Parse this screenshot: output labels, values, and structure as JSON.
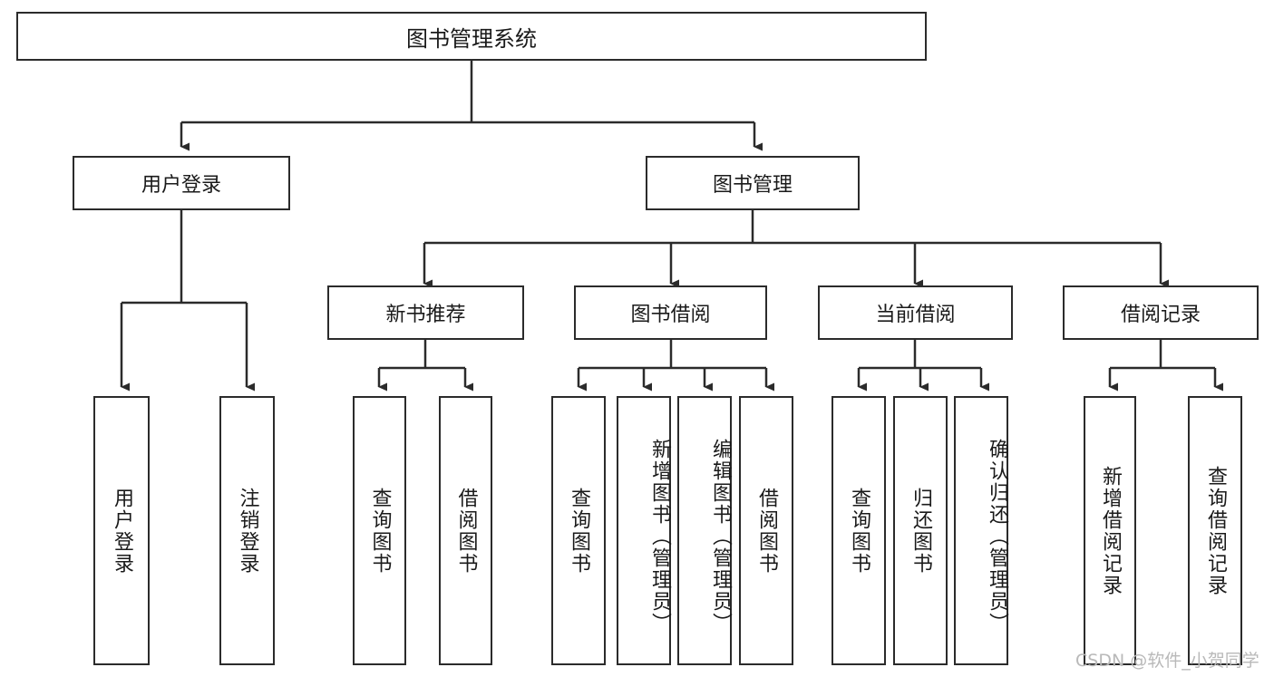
{
  "diagram": {
    "type": "hierarchy-tree",
    "title": "图书管理系统",
    "root": {
      "label": "图书管理系统"
    },
    "level2": [
      {
        "label": "用户登录"
      },
      {
        "label": "图书管理"
      }
    ],
    "level3": [
      {
        "label": "新书推荐"
      },
      {
        "label": "图书借阅"
      },
      {
        "label": "当前借阅"
      },
      {
        "label": "借阅记录"
      }
    ],
    "leaves": {
      "user_login": [
        {
          "label": "用户登录"
        },
        {
          "label": "注销登录"
        }
      ],
      "new_book_recommend": [
        {
          "label": "查询图书"
        },
        {
          "label": "借阅图书"
        }
      ],
      "book_borrow": [
        {
          "label": "查询图书"
        },
        {
          "label": "新增图书（管理员）"
        },
        {
          "label": "编辑图书（管理员）"
        },
        {
          "label": "借阅图书"
        }
      ],
      "current_borrow": [
        {
          "label": "查询图书"
        },
        {
          "label": "归还图书"
        },
        {
          "label": "确认归还（管理员）"
        }
      ],
      "borrow_record": [
        {
          "label": "新增借阅记录"
        },
        {
          "label": "查询借阅记录"
        }
      ]
    }
  },
  "watermark": {
    "text": "CSDN @软件_小贺同学"
  },
  "colors": {
    "stroke": "#2b2b2b",
    "background": "#ffffff",
    "text": "#1a1a1a",
    "watermark": "#b9b9b9"
  }
}
